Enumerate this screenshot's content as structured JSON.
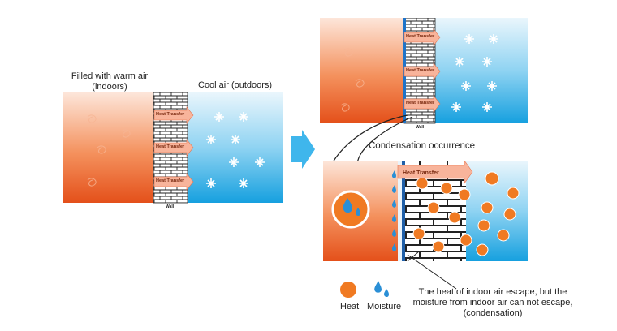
{
  "left_panel": {
    "indoor_label_line1": "Filled with warm air",
    "indoor_label_line2": "(indoors)",
    "outdoor_label": "Cool air (outdoors)",
    "arrow_label": "Heat Transfer",
    "wall_label": "Wall"
  },
  "top_right_panel": {
    "arrow_label": "Heat Transfer",
    "wall_label": "Wall"
  },
  "condensation_title": "Condensation occurrence",
  "detail_panel": {
    "arrow_label": "Heat Transfer"
  },
  "legend": {
    "heat_label": "Heat",
    "moisture_label": "Moisture"
  },
  "caption": {
    "line1": "The heat of indoor air escape, but the",
    "line2": "moisture from indoor air can not escape,",
    "line3": "(condensation)"
  },
  "colors": {
    "warm_top": "#fde3d6",
    "warm_bottom": "#e8561f",
    "cool_top": "#e6f4fb",
    "cool_bottom": "#1aa3e0",
    "arrow": "#f5a58a",
    "big_arrow": "#3fb6ec",
    "heat_dot": "#f07a22",
    "drop": "#2a8fd6"
  }
}
